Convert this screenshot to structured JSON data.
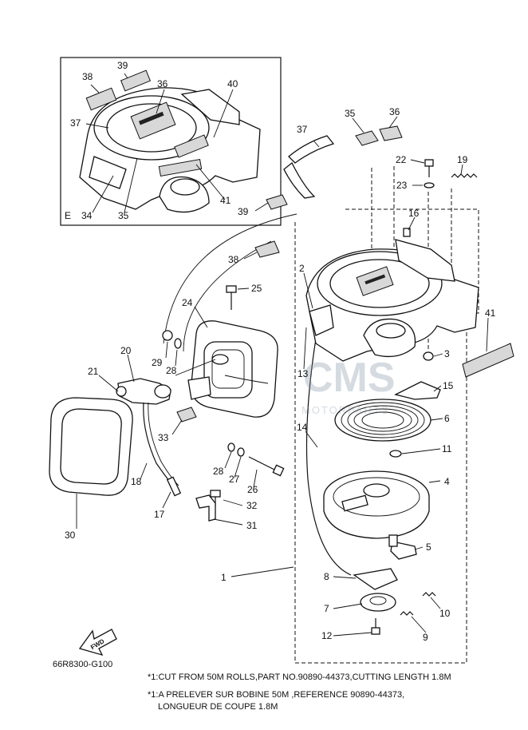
{
  "diagram_code": "66R8300-G100",
  "view_label": "E",
  "fwd_label": "FWD",
  "watermark": {
    "brand": "CMS",
    "sub": "MOTORPARTS"
  },
  "footnotes": [
    "*1:CUT FROM 50M ROLLS,PART NO.90890-44373,CUTTING LENGTH 1.8M",
    "*1:A PRELEVER SUR BOBINE 50M ,REFERENCE 90890-44373,",
    "LONGUEUR DE COUPE 1.8M"
  ],
  "callouts": {
    "inset": [
      "38",
      "39",
      "36",
      "40",
      "37",
      "41",
      "34",
      "35"
    ],
    "main": [
      "37",
      "35",
      "36",
      "22",
      "19",
      "23",
      "16",
      "39",
      "38",
      "2",
      "25",
      "24",
      "41",
      "3",
      "29",
      "28",
      "20",
      "13",
      "21",
      "15",
      "14",
      "6",
      "33",
      "11",
      "28",
      "27",
      "4",
      "26",
      "18",
      "32",
      "17",
      "31",
      "30",
      "5",
      "1",
      "8",
      "7",
      "10",
      "12",
      "9"
    ]
  }
}
